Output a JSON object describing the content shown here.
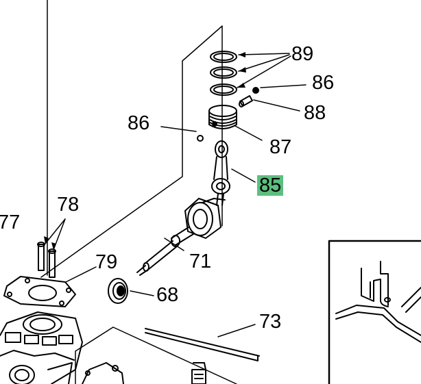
{
  "colors": {
    "highlight": "#5cbf7f",
    "ink": "#000000",
    "paper": "#ffffff"
  },
  "callouts": {
    "c89": "89",
    "c86_right": "86",
    "c88": "88",
    "c86_left": "86",
    "c87": "87",
    "c85": "85",
    "c78": "78",
    "c77": "77",
    "c79": "79",
    "c71": "71",
    "c68": "68",
    "c73": "73"
  },
  "highlighted_part": "85"
}
